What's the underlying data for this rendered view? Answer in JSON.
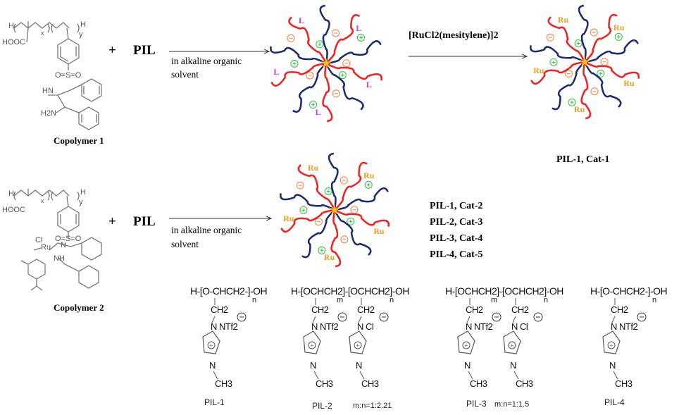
{
  "scheme": {
    "row1": {
      "reactant_label": "Copolymer 1",
      "plus": "+",
      "reagent": "PIL",
      "condition_line1": "in alkaline organic",
      "condition_line2": "solvent",
      "arrow2_reagent": "[RuCl2(mesitylene)]2",
      "product_label": "PIL-1, Cat-1",
      "micelle1_arm_label": "L",
      "micelle2_arm_label": "Ru"
    },
    "row2": {
      "reactant_label": "Copolymer 2",
      "plus": "+",
      "reagent": "PIL",
      "condition_line1": "in alkaline organic",
      "condition_line2": "solvent",
      "micelle_arm_label": "Ru",
      "products": [
        "PIL-1, Cat-2",
        "PIL-2, Cat-3",
        "PIL-3, Cat-4",
        "PIL-4, Cat-5"
      ]
    },
    "copolymer_atoms": {
      "h": "H",
      "x": "x",
      "y": "y",
      "hooc": "HOOC",
      "so2": "O=S=O",
      "hn": "HN",
      "h2n": "H2N",
      "n": "N",
      "nh": "NH",
      "ru": "Ru",
      "cl": "Cl"
    },
    "pils": [
      {
        "label": "PIL-1",
        "formula": "H-[O-CHCH2-]-OH",
        "n": "n",
        "ch2": "CH2",
        "anion": "N NTf2",
        "n_ring": "N",
        "ch3": "CH3",
        "ratio": ""
      },
      {
        "label": "PIL-2",
        "formula": "H-[OCHCH2]-[OCHCH2]-OH",
        "m": "m",
        "n": "n",
        "ch2": "CH2",
        "anion": "N NTf2",
        "anion2": "N Cl",
        "n_ring": "N",
        "ch3": "CH3",
        "ratio": "m:n=1:2.21"
      },
      {
        "label": "PIL-3",
        "formula": "H-[OCHCH2]-[OCHCH2]-OH",
        "m": "m",
        "n": "n",
        "ch2": "CH2",
        "anion": "N NTf2",
        "anion2": "N Cl",
        "n_ring": "N",
        "ch3": "CH3",
        "ratio": "m:n=1:1.5"
      },
      {
        "label": "PIL-4",
        "formula": "H-[O-CHCH2-]-OH",
        "n": "n",
        "ch2": "CH2",
        "anion": "N NTf2",
        "n_ring": "N",
        "ch3": "CH3",
        "ratio": ""
      }
    ],
    "colors": {
      "red_arm": "#f02020",
      "blue_arm": "#1a2a6a",
      "ligand": "#c040d0",
      "ru": "#e8a020",
      "positive": "#30c040",
      "negative": "#f08040",
      "core": "#f0c020"
    }
  }
}
